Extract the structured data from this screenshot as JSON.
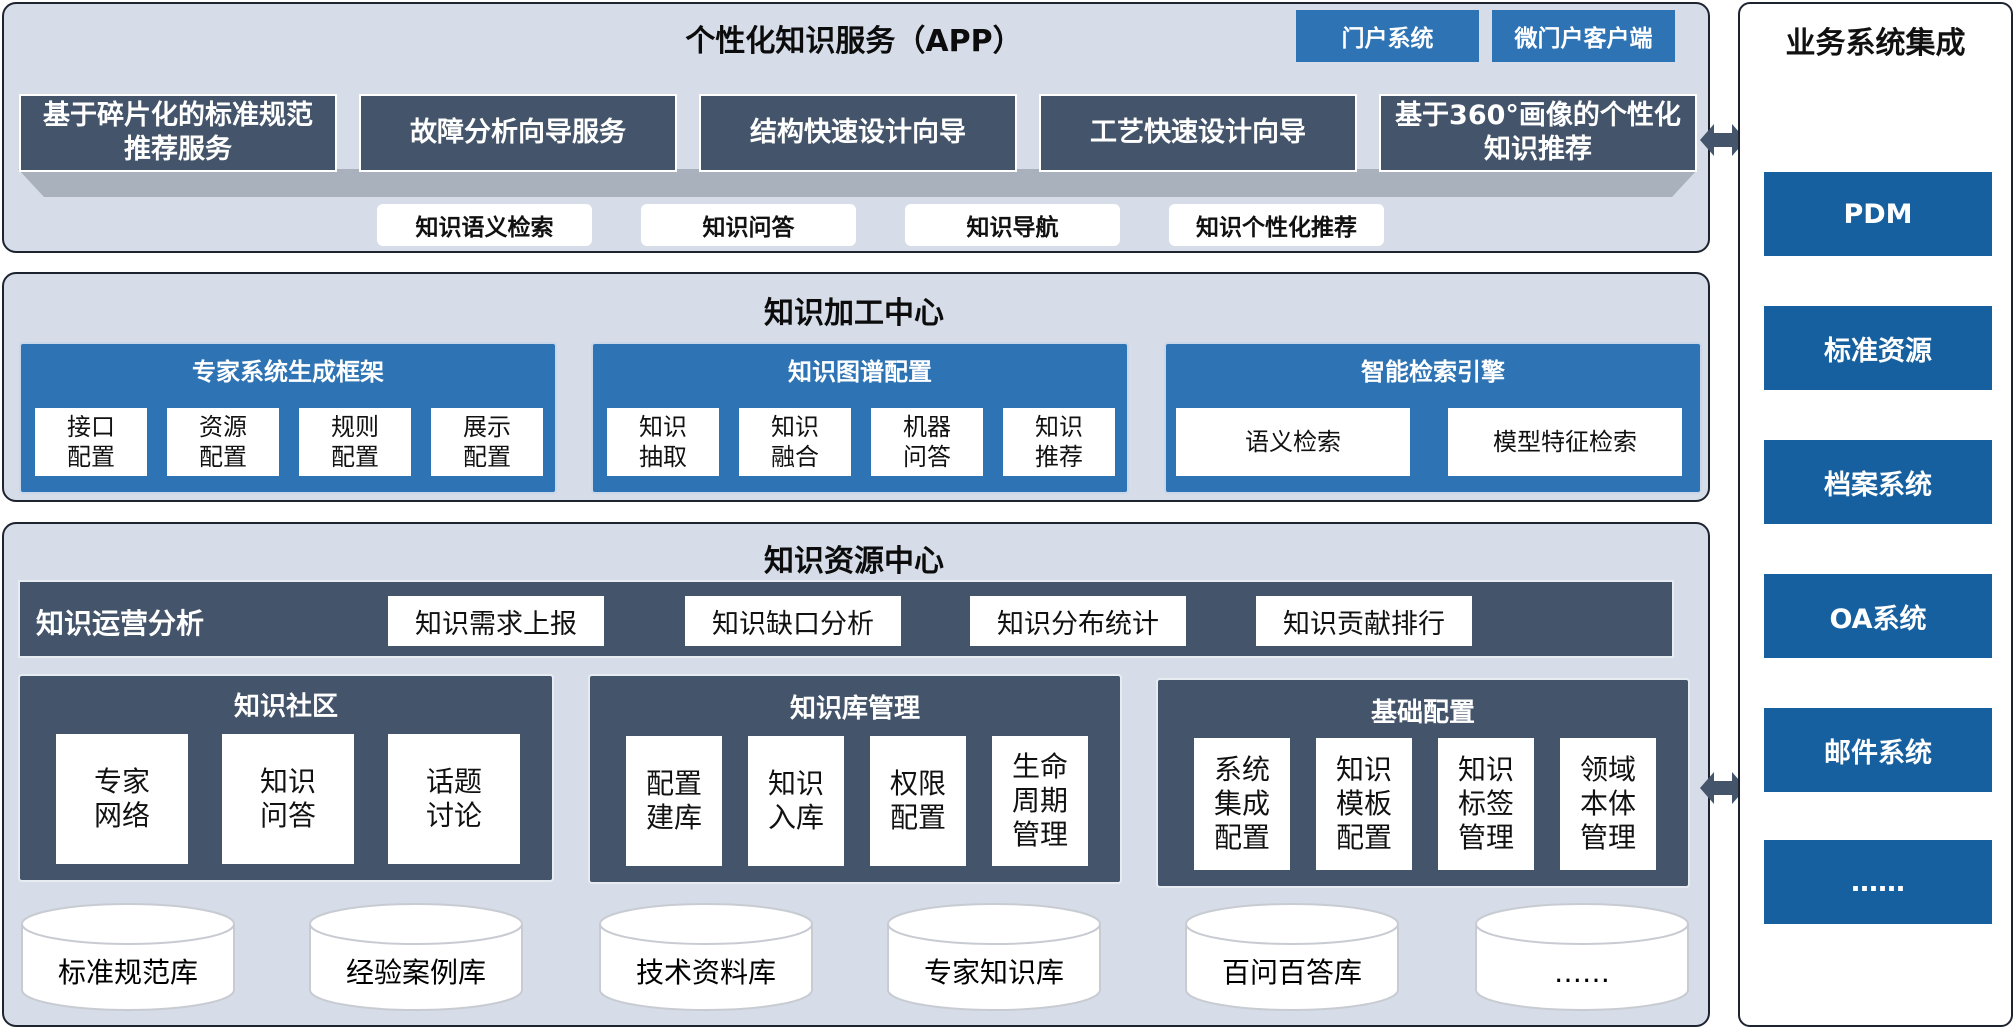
{
  "app": {
    "title": "个性化知识服务（APP）",
    "portals": [
      "门户系统",
      "微门户客户端"
    ],
    "services": [
      "基于碎片化的标准规范推荐服务",
      "故障分析向导服务",
      "结构快速设计向导",
      "工艺快速设计向导",
      "基于360°画像的个性化知识推荐"
    ],
    "functions": [
      "知识语义检索",
      "知识问答",
      "知识导航",
      "知识个性化推荐"
    ]
  },
  "processing": {
    "title": "知识加工中心",
    "groups": [
      {
        "title": "专家系统生成框架",
        "items": [
          "接口配置",
          "资源配置",
          "规则配置",
          "展示配置"
        ]
      },
      {
        "title": "知识图谱配置",
        "items": [
          "知识抽取",
          "知识融合",
          "机器问答",
          "知识推荐"
        ]
      },
      {
        "title": "智能检索引擎",
        "items": [
          "语义检索",
          "模型特征检索"
        ]
      }
    ]
  },
  "resource": {
    "title": "知识资源中心",
    "ops_title": "知识运营分析",
    "ops_items": [
      "知识需求上报",
      "知识缺口分析",
      "知识分布统计",
      "知识贡献排行"
    ],
    "groups": [
      {
        "title": "知识社区",
        "items": [
          "专家网络",
          "知识问答",
          "话题讨论"
        ]
      },
      {
        "title": "知识库管理",
        "items": [
          "配置建库",
          "知识入库",
          "权限配置",
          "生命周期管理"
        ]
      },
      {
        "title": "基础配置",
        "items": [
          "系统集成配置",
          "知识模板配置",
          "知识标签管理",
          "领域本体管理"
        ]
      }
    ],
    "databases": [
      "标准规范库",
      "经验案例库",
      "技术资料库",
      "专家知识库",
      "百问百答库",
      "……"
    ]
  },
  "integration": {
    "title": "业务系统集成",
    "systems": [
      "PDM",
      "标准资源",
      "档案系统",
      "OA系统",
      "邮件系统",
      "……"
    ]
  },
  "colors": {
    "panel_bg": "#d6dde8",
    "blue": "#2e74b5",
    "dark_blue": "#16609f",
    "slate": "#44546a"
  }
}
